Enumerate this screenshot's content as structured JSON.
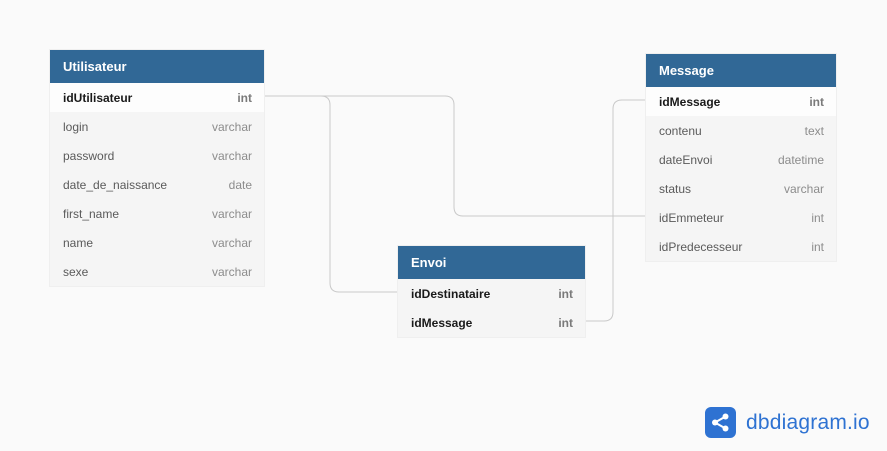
{
  "tables": {
    "utilisateur": {
      "name": "Utilisateur",
      "fields": [
        {
          "name": "idUtilisateur",
          "type": "int"
        },
        {
          "name": "login",
          "type": "varchar"
        },
        {
          "name": "password",
          "type": "varchar"
        },
        {
          "name": "date_de_naissance",
          "type": "date"
        },
        {
          "name": "first_name",
          "type": "varchar"
        },
        {
          "name": "name",
          "type": "varchar"
        },
        {
          "name": "sexe",
          "type": "varchar"
        }
      ]
    },
    "message": {
      "name": "Message",
      "fields": [
        {
          "name": "idMessage",
          "type": "int"
        },
        {
          "name": "contenu",
          "type": "text"
        },
        {
          "name": "dateEnvoi",
          "type": "datetime"
        },
        {
          "name": "status",
          "type": "varchar"
        },
        {
          "name": "idEmmeteur",
          "type": "int"
        },
        {
          "name": "idPredecesseur",
          "type": "int"
        }
      ]
    },
    "envoi": {
      "name": "Envoi",
      "fields": [
        {
          "name": "idDestinataire",
          "type": "int"
        },
        {
          "name": "idMessage",
          "type": "int"
        }
      ]
    }
  },
  "relationships": [
    {
      "from": "Utilisateur.idUtilisateur",
      "to": "Message.idEmmeteur"
    },
    {
      "from": "Utilisateur.idUtilisateur",
      "to": "Envoi.idDestinataire"
    },
    {
      "from": "Envoi.idMessage",
      "to": "Message.idMessage"
    }
  ],
  "brand": {
    "name": "dbdiagram.io",
    "color": "#2e72d2"
  },
  "colors": {
    "header": "#316896",
    "connector": "#c9c9c9"
  }
}
